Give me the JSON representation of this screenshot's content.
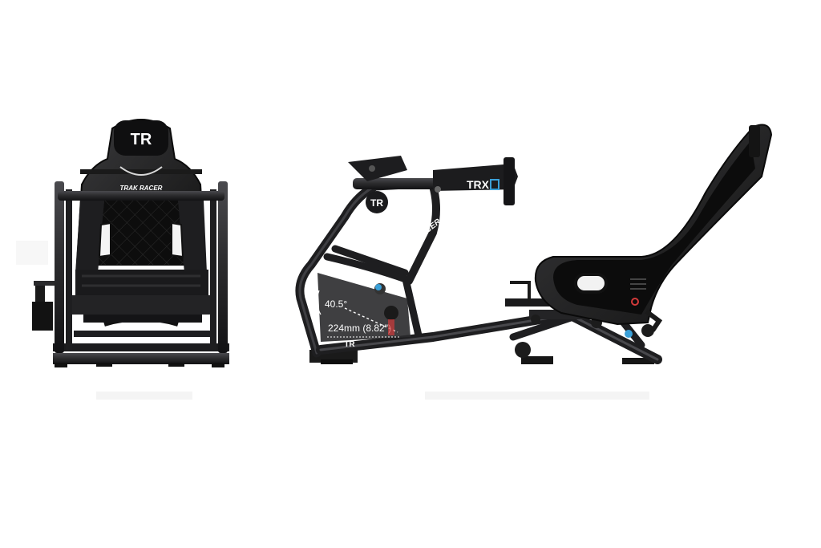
{
  "front_view": {
    "headrest_logo": "TR",
    "bar_brand": "TRAK RACER"
  },
  "side_view": {
    "plate_brand": "TRX",
    "tube_brand": "TRAK RACER",
    "circle_logo": "TR",
    "base_logo": "TR",
    "angle_label": "40.5°",
    "measure_label": "224mm (8.82\")"
  },
  "colors": {
    "frame": "#2a2a2c",
    "frame_dark": "#121214",
    "seat_black": "#0c0c0c",
    "accent_blue": "#3aa0d8",
    "accent_red": "#d23a3a",
    "background": "#ffffff"
  }
}
